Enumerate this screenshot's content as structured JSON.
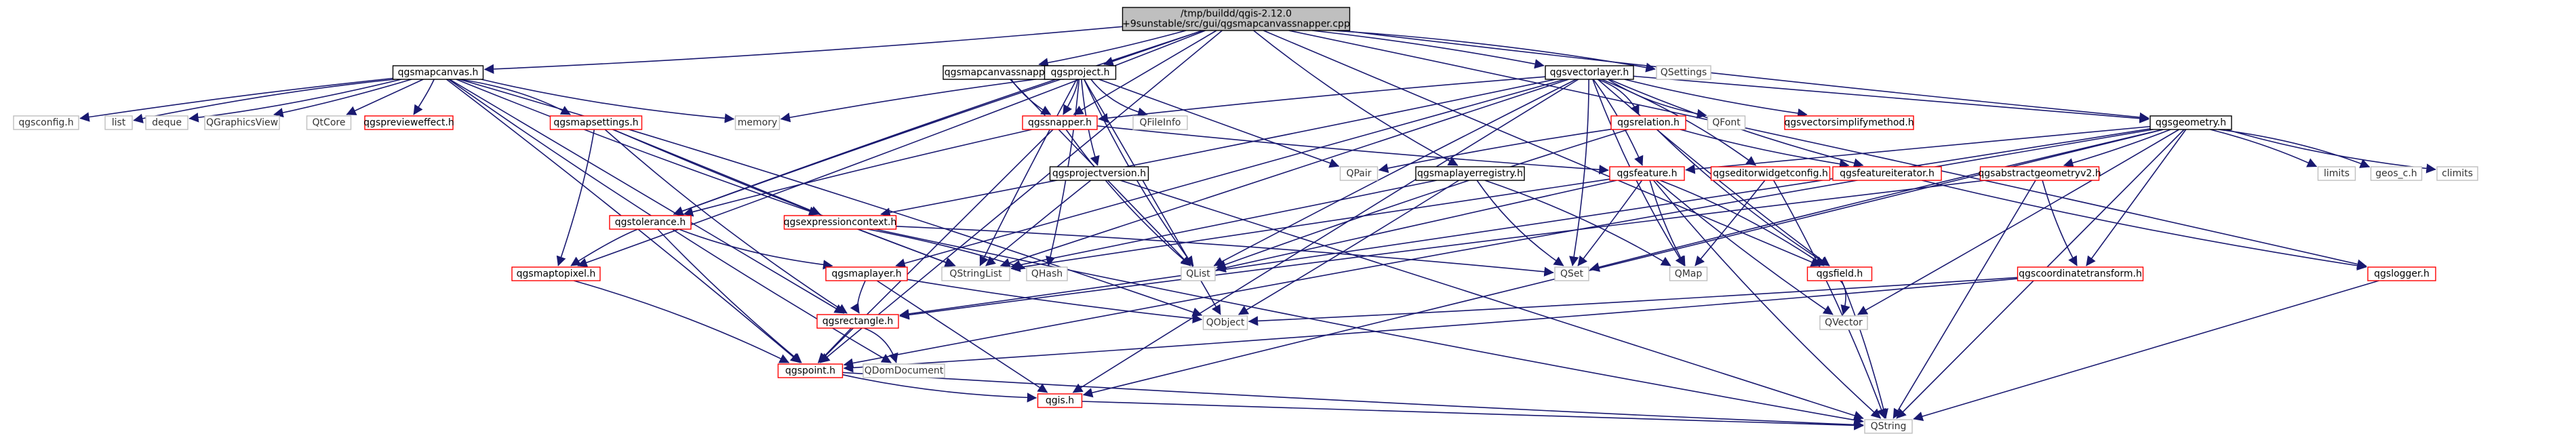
{
  "title": "",
  "colors": {
    "edge": "#191970",
    "root_fill": "#bfbfbf",
    "root_border": "#000000",
    "doc_border": "#000000",
    "missing_border": "#ff0000",
    "external_border": "#bfbfbf",
    "external_text": "#333333"
  },
  "nodes": [
    {
      "id": "root",
      "label": "/tmp/buildd/qgis-2.12.0\n+9sunstable/src/gui/qgsmapcanvassnapper.cpp",
      "kind": "root"
    },
    {
      "id": "qgsmapcanvas.h",
      "label": "qgsmapcanvas.h",
      "kind": "doc"
    },
    {
      "id": "qgsmapcanvassnapper.h",
      "label": "qgsmapcanvassnapper.h",
      "kind": "doc"
    },
    {
      "id": "qgsproject.h",
      "label": "qgsproject.h",
      "kind": "doc"
    },
    {
      "id": "qgsvectorlayer.h",
      "label": "qgsvectorlayer.h",
      "kind": "doc"
    },
    {
      "id": "QSettings",
      "label": "QSettings",
      "kind": "external"
    },
    {
      "id": "qgsconfig.h",
      "label": "qgsconfig.h",
      "kind": "external"
    },
    {
      "id": "list",
      "label": "list",
      "kind": "external"
    },
    {
      "id": "deque",
      "label": "deque",
      "kind": "external"
    },
    {
      "id": "QGraphicsView",
      "label": "QGraphicsView",
      "kind": "external"
    },
    {
      "id": "QtCore",
      "label": "QtCore",
      "kind": "external"
    },
    {
      "id": "qgspreviewеffect.h",
      "label": "qgspreviewеffect.h",
      "kind": "missing"
    },
    {
      "id": "qgsmapsettings.h",
      "label": "qgsmapsettings.h",
      "kind": "missing"
    },
    {
      "id": "memory",
      "label": "memory",
      "kind": "external"
    },
    {
      "id": "qgssnapper.h",
      "label": "qgssnapper.h",
      "kind": "missing"
    },
    {
      "id": "QFileInfo",
      "label": "QFileInfo",
      "kind": "external"
    },
    {
      "id": "qgsprojectversion.h",
      "label": "qgsprojectversion.h",
      "kind": "doc"
    },
    {
      "id": "QPair",
      "label": "QPair",
      "kind": "external"
    },
    {
      "id": "qgsmaplayerregistry.h",
      "label": "qgsmaplayerregistry.h",
      "kind": "doc"
    },
    {
      "id": "qgsrelation.h",
      "label": "qgsrelation.h",
      "kind": "missing"
    },
    {
      "id": "QFont",
      "label": "QFont",
      "kind": "external"
    },
    {
      "id": "qgsvectorsimplifymethod.h",
      "label": "qgsvectorsimplifymethod.h",
      "kind": "missing"
    },
    {
      "id": "qgsgeometry.h",
      "label": "qgsgeometry.h",
      "kind": "doc"
    },
    {
      "id": "qgstolerance.h",
      "label": "qgstolerance.h",
      "kind": "missing"
    },
    {
      "id": "qgsexpressioncontext.h",
      "label": "qgsexpressioncontext.h",
      "kind": "missing"
    },
    {
      "id": "qgsfeature.h",
      "label": "qgsfeature.h",
      "kind": "missing"
    },
    {
      "id": "qgseditorwidgetconfig.h",
      "label": "qgseditorwidgetconfig.h",
      "kind": "missing"
    },
    {
      "id": "qgsfeatureiterator.h",
      "label": "qgsfeatureiterator.h",
      "kind": "missing"
    },
    {
      "id": "limits",
      "label": "limits",
      "kind": "external"
    },
    {
      "id": "geos_c.h",
      "label": "geos_c.h",
      "kind": "external"
    },
    {
      "id": "climits",
      "label": "climits",
      "kind": "external"
    },
    {
      "id": "qgsabstractgeometryv2.h",
      "label": "qgsabstractgeometryv2.h",
      "kind": "missing"
    },
    {
      "id": "qgsmaptopixel.h",
      "label": "qgsmaptopixel.h",
      "kind": "missing"
    },
    {
      "id": "QStringList",
      "label": "QStringList",
      "kind": "external"
    },
    {
      "id": "QHash",
      "label": "QHash",
      "kind": "external"
    },
    {
      "id": "qgsmaplayer.h",
      "label": "qgsmaplayer.h",
      "kind": "missing"
    },
    {
      "id": "QList",
      "label": "QList",
      "kind": "external"
    },
    {
      "id": "QSet",
      "label": "QSet",
      "kind": "external"
    },
    {
      "id": "QMap",
      "label": "QMap",
      "kind": "external"
    },
    {
      "id": "qgsfield.h",
      "label": "qgsfield.h",
      "kind": "missing"
    },
    {
      "id": "qgscoordinatetransform.h",
      "label": "qgscoordinatetransform.h",
      "kind": "missing"
    },
    {
      "id": "qgslogger.h",
      "label": "qgslogger.h",
      "kind": "missing"
    },
    {
      "id": "qgsrectangle.h",
      "label": "qgsrectangle.h",
      "kind": "missing"
    },
    {
      "id": "QObject",
      "label": "QObject",
      "kind": "external"
    },
    {
      "id": "QVector",
      "label": "QVector",
      "kind": "external"
    },
    {
      "id": "qgspoint.h",
      "label": "qgspoint.h",
      "kind": "missing"
    },
    {
      "id": "QDomDocument",
      "label": "QDomDocument",
      "kind": "external"
    },
    {
      "id": "qgis.h",
      "label": "qgis.h",
      "kind": "missing"
    },
    {
      "id": "QString",
      "label": "QString",
      "kind": "external"
    }
  ],
  "edges": [
    [
      "root",
      "qgsmapcanvas.h"
    ],
    [
      "root",
      "qgsmapcanvassnapper.h"
    ],
    [
      "root",
      "qgsproject.h"
    ],
    [
      "root",
      "qgsvectorlayer.h"
    ],
    [
      "root",
      "QSettings"
    ],
    [
      "root",
      "qgsmaplayerregistry.h"
    ],
    [
      "root",
      "qgsgeometry.h"
    ],
    [
      "root",
      "qgsfield.h"
    ],
    [
      "root",
      "qgslogger.h"
    ],
    [
      "root",
      "qgstolerance.h"
    ],
    [
      "root",
      "qgsmaptopixel.h"
    ],
    [
      "root",
      "qgspoint.h"
    ],
    [
      "root",
      "qgssnapper.h"
    ],
    [
      "qgsmapcanvas.h",
      "qgsconfig.h"
    ],
    [
      "qgsmapcanvas.h",
      "list"
    ],
    [
      "qgsmapcanvas.h",
      "deque"
    ],
    [
      "qgsmapcanvas.h",
      "QGraphicsView"
    ],
    [
      "qgsmapcanvas.h",
      "QtCore"
    ],
    [
      "qgsmapcanvas.h",
      "qgspreviewеffect.h"
    ],
    [
      "qgsmapcanvas.h",
      "qgsmapsettings.h"
    ],
    [
      "qgsmapcanvas.h",
      "memory"
    ],
    [
      "qgsmapcanvas.h",
      "qgsexpressioncontext.h"
    ],
    [
      "qgsmapcanvas.h",
      "qgsrectangle.h"
    ],
    [
      "qgsmapcanvas.h",
      "qgspoint.h"
    ],
    [
      "qgsmapcanvas.h",
      "QObject"
    ],
    [
      "qgsmapcanvas.h",
      "QDomDocument"
    ],
    [
      "qgsmapcanvassnapper.h",
      "qgssnapper.h"
    ],
    [
      "qgsmapcanvassnapper.h",
      "QList"
    ],
    [
      "qgsproject.h",
      "memory"
    ],
    [
      "qgsproject.h",
      "qgssnapper.h"
    ],
    [
      "qgsproject.h",
      "QFileInfo"
    ],
    [
      "qgsproject.h",
      "qgsprojectversion.h"
    ],
    [
      "qgsproject.h",
      "QPair"
    ],
    [
      "qgsproject.h",
      "qgstolerance.h"
    ],
    [
      "qgsproject.h",
      "QHash"
    ],
    [
      "qgsproject.h",
      "QList"
    ],
    [
      "qgsproject.h",
      "QStringList"
    ],
    [
      "qgsproject.h",
      "QObject"
    ],
    [
      "qgsvectorlayer.h",
      "qgssnapper.h"
    ],
    [
      "qgsvectorlayer.h",
      "qgsrelation.h"
    ],
    [
      "qgsvectorlayer.h",
      "QFont"
    ],
    [
      "qgsvectorlayer.h",
      "qgsvectorsimplifymethod.h"
    ],
    [
      "qgsvectorlayer.h",
      "qgsgeometry.h"
    ],
    [
      "qgsvectorlayer.h",
      "qgsfeature.h"
    ],
    [
      "qgsvectorlayer.h",
      "qgseditorwidgetconfig.h"
    ],
    [
      "qgsvectorlayer.h",
      "qgsfeatureiterator.h"
    ],
    [
      "qgsvectorlayer.h",
      "qgsexpressioncontext.h"
    ],
    [
      "qgsvectorlayer.h",
      "qgsmaplayer.h"
    ],
    [
      "qgsvectorlayer.h",
      "QList"
    ],
    [
      "qgsvectorlayer.h",
      "QSet"
    ],
    [
      "qgsvectorlayer.h",
      "QMap"
    ],
    [
      "qgsvectorlayer.h",
      "qgsfield.h"
    ],
    [
      "qgsvectorlayer.h",
      "QStringList"
    ],
    [
      "qgsvectorlayer.h",
      "qgis.h"
    ],
    [
      "qgsmapsettings.h",
      "qgsmaptopixel.h"
    ],
    [
      "qgsmapsettings.h",
      "qgsrectangle.h"
    ],
    [
      "qgsmapsettings.h",
      "QStringList"
    ],
    [
      "qgsmapsettings.h",
      "qgsexpressioncontext.h"
    ],
    [
      "qgssnapper.h",
      "qgstolerance.h"
    ],
    [
      "qgssnapper.h",
      "qgspoint.h"
    ],
    [
      "qgssnapper.h",
      "QList"
    ],
    [
      "qgssnapper.h",
      "qgsfeature.h"
    ],
    [
      "qgsprojectversion.h",
      "QString"
    ],
    [
      "qgsprojectversion.h",
      "QStringList"
    ],
    [
      "qgsmaplayerregistry.h",
      "QMap"
    ],
    [
      "qgsmaplayerregistry.h",
      "QSet"
    ],
    [
      "qgsmaplayerregistry.h",
      "QObject"
    ],
    [
      "qgsmaplayerregistry.h",
      "QStringList"
    ],
    [
      "qgsrelation.h",
      "QPair"
    ],
    [
      "qgsrelation.h",
      "QList"
    ],
    [
      "qgsrelation.h",
      "qgsfield.h"
    ],
    [
      "qgsrelation.h",
      "qgsfeatureiterator.h"
    ],
    [
      "qgsgeometry.h",
      "qgsfeature.h"
    ],
    [
      "qgsgeometry.h",
      "limits"
    ],
    [
      "qgsgeometry.h",
      "geos_c.h"
    ],
    [
      "qgsgeometry.h",
      "climits"
    ],
    [
      "qgsgeometry.h",
      "qgsabstractgeometryv2.h"
    ],
    [
      "qgsgeometry.h",
      "qgscoordinatetransform.h"
    ],
    [
      "qgsgeometry.h",
      "QSet"
    ],
    [
      "qgsgeometry.h",
      "qgspoint.h"
    ],
    [
      "qgsgeometry.h",
      "qgsrectangle.h"
    ],
    [
      "qgsgeometry.h",
      "QVector"
    ],
    [
      "qgsgeometry.h",
      "qgis.h"
    ],
    [
      "qgsgeometry.h",
      "QString"
    ],
    [
      "qgstolerance.h",
      "qgsmaptopixel.h"
    ],
    [
      "qgstolerance.h",
      "qgsmaplayer.h"
    ],
    [
      "qgstolerance.h",
      "qgspoint.h"
    ],
    [
      "qgsexpressioncontext.h",
      "QStringList"
    ],
    [
      "qgsexpressioncontext.h",
      "QHash"
    ],
    [
      "qgsexpressioncontext.h",
      "QSet"
    ],
    [
      "qgsexpressioncontext.h",
      "QString"
    ],
    [
      "qgsfeature.h",
      "QMap"
    ],
    [
      "qgsfeature.h",
      "QList"
    ],
    [
      "qgsfeature.h",
      "QSet"
    ],
    [
      "qgsfeature.h",
      "qgsfield.h"
    ],
    [
      "qgsfeature.h",
      "QString"
    ],
    [
      "qgsfeature.h",
      "QVector"
    ],
    [
      "qgsfeature.h",
      "QStringList"
    ],
    [
      "qgseditorwidgetconfig.h",
      "QMap"
    ],
    [
      "qgseditorwidgetconfig.h",
      "QString"
    ],
    [
      "qgsfeatureiterator.h",
      "qgslogger.h"
    ],
    [
      "qgsabstractgeometryv2.h",
      "qgscoordinatetransform.h"
    ],
    [
      "qgsabstractgeometryv2.h",
      "QString"
    ],
    [
      "qgsabstractgeometryv2.h",
      "qgsrectangle.h"
    ],
    [
      "qgsmaptopixel.h",
      "qgspoint.h"
    ],
    [
      "qgsmaplayer.h",
      "qgsrectangle.h"
    ],
    [
      "qgsmaplayer.h",
      "QObject"
    ],
    [
      "qgsmaplayer.h",
      "qgis.h"
    ],
    [
      "qgsfield.h",
      "QString"
    ],
    [
      "qgsfield.h",
      "QVector"
    ],
    [
      "qgscoordinatetransform.h",
      "qgspoint.h"
    ],
    [
      "qgscoordinatetransform.h",
      "QObject"
    ],
    [
      "qgslogger.h",
      "QString"
    ],
    [
      "qgsrectangle.h",
      "qgspoint.h"
    ],
    [
      "qgsrectangle.h",
      "QDomDocument"
    ],
    [
      "qgspoint.h",
      "qgis.h"
    ],
    [
      "qgspoint.h",
      "QString"
    ],
    [
      "qgis.h",
      "QString"
    ]
  ]
}
